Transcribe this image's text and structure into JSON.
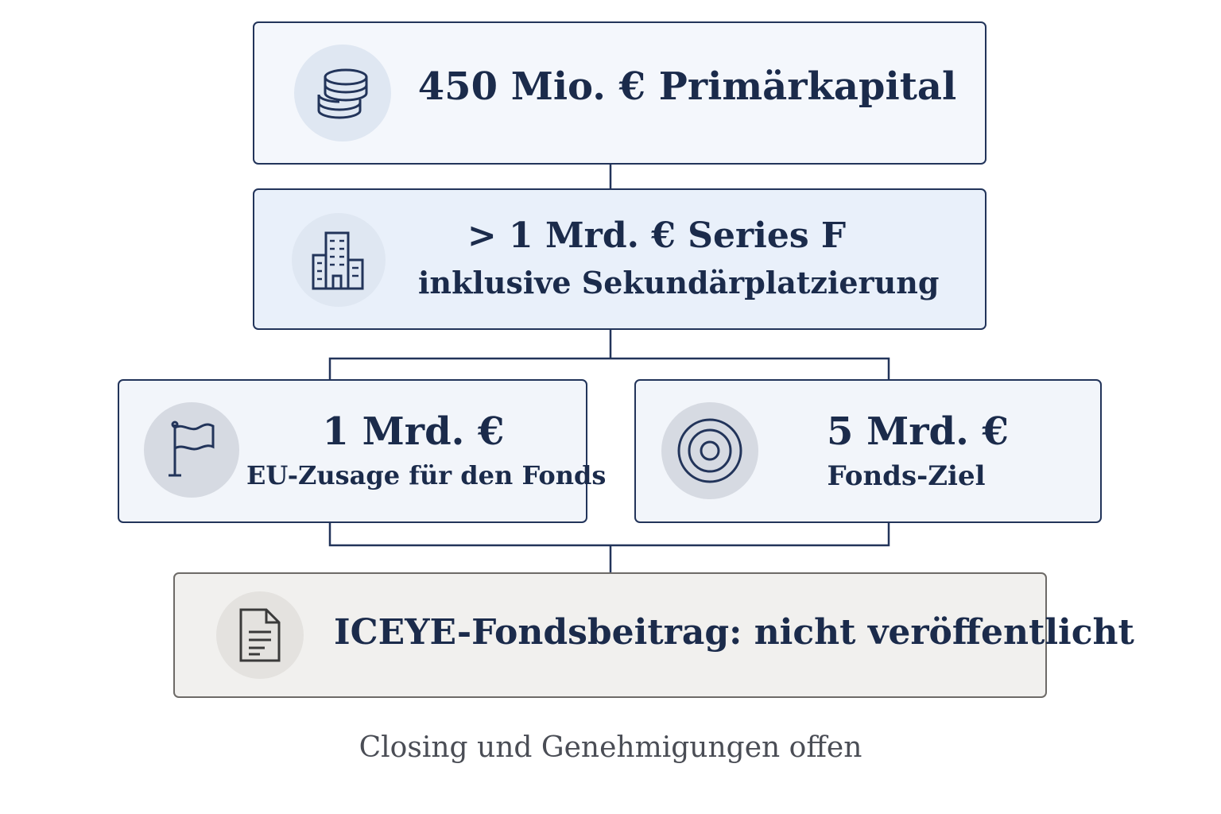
{
  "primary": {
    "icon": "coins-icon",
    "text": "450 Mio. € Primärkapital"
  },
  "series": {
    "icon": "building-icon",
    "line1": "> 1 Mrd. € Series F",
    "line2": "inklusive Sekundärplatzierung"
  },
  "eu": {
    "icon": "flag-icon",
    "amount": "1 Mrd. €",
    "label": "EU-Zusage für den Fonds"
  },
  "target": {
    "icon": "target-icon",
    "amount": "5 Mrd. €",
    "label": "Fonds-Ziel"
  },
  "iceye": {
    "icon": "document-icon",
    "text": "ICEYE-Fondsbeitrag: nicht veröffentlicht"
  },
  "footer": {
    "note": "Closing und Genehmigungen offen"
  },
  "colors": {
    "ink": "#1b2b4b",
    "border": "#22345a",
    "iceye_border": "#6d6a67",
    "footer_text": "#4a4d55"
  }
}
